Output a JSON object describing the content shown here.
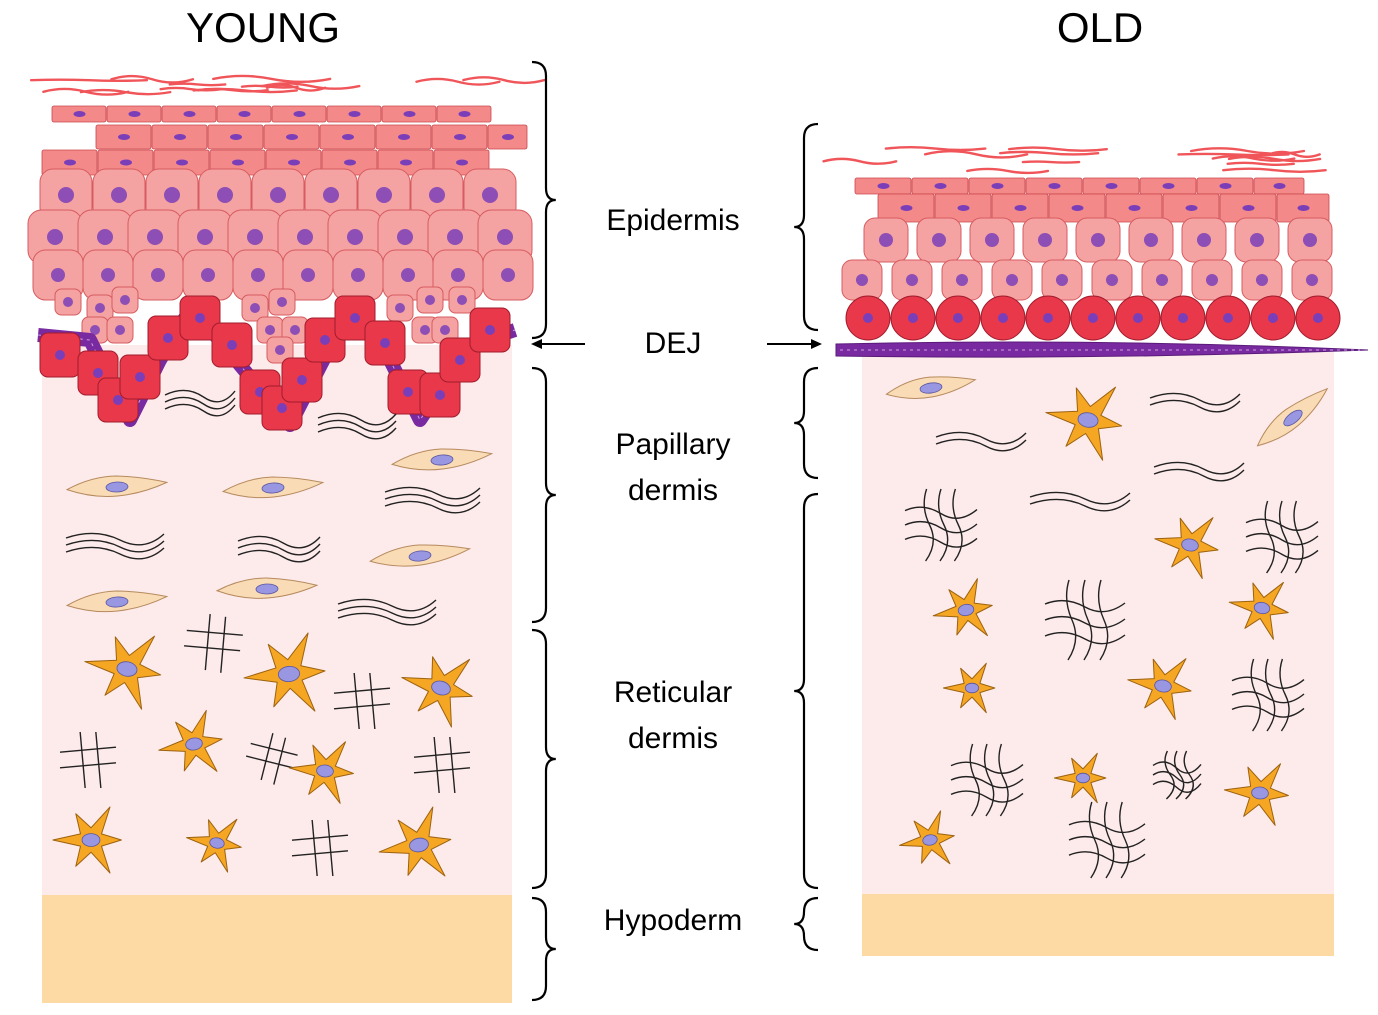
{
  "titles": {
    "young": "YOUNG",
    "old": "OLD"
  },
  "labels": {
    "epidermis": "Epidermis",
    "dej": "DEJ",
    "papillary_l1": "Papillary",
    "papillary_l2": "dermis",
    "reticular_l1": "Reticular",
    "reticular_l2": "dermis",
    "hypoderm": "Hypoderm"
  },
  "colors": {
    "dermis_bg": "#fdeaea",
    "hypoderm": "#fdd9a3",
    "keratin": "#f0555a",
    "corneocyte": "#f4898a",
    "spinous_cell": "#f5a2a2",
    "basal_cell": "#e8384a",
    "nucleus": "#7a3fb8",
    "bm": "#7a2aa0",
    "fibroblast_papillary": "#f9dcb6",
    "fibroblast_reticular": "#f5a623",
    "fibroblast_nucleus": "#9a97e2"
  },
  "icons": [
    "keratin-fibers",
    "corneocyte-layer",
    "keratinocyte",
    "basal-cell",
    "basement-membrane",
    "fibroblast-spindle",
    "fibroblast-stellate",
    "collagen-fibers",
    "collagen-meshwork",
    "bracket",
    "arrow"
  ]
}
